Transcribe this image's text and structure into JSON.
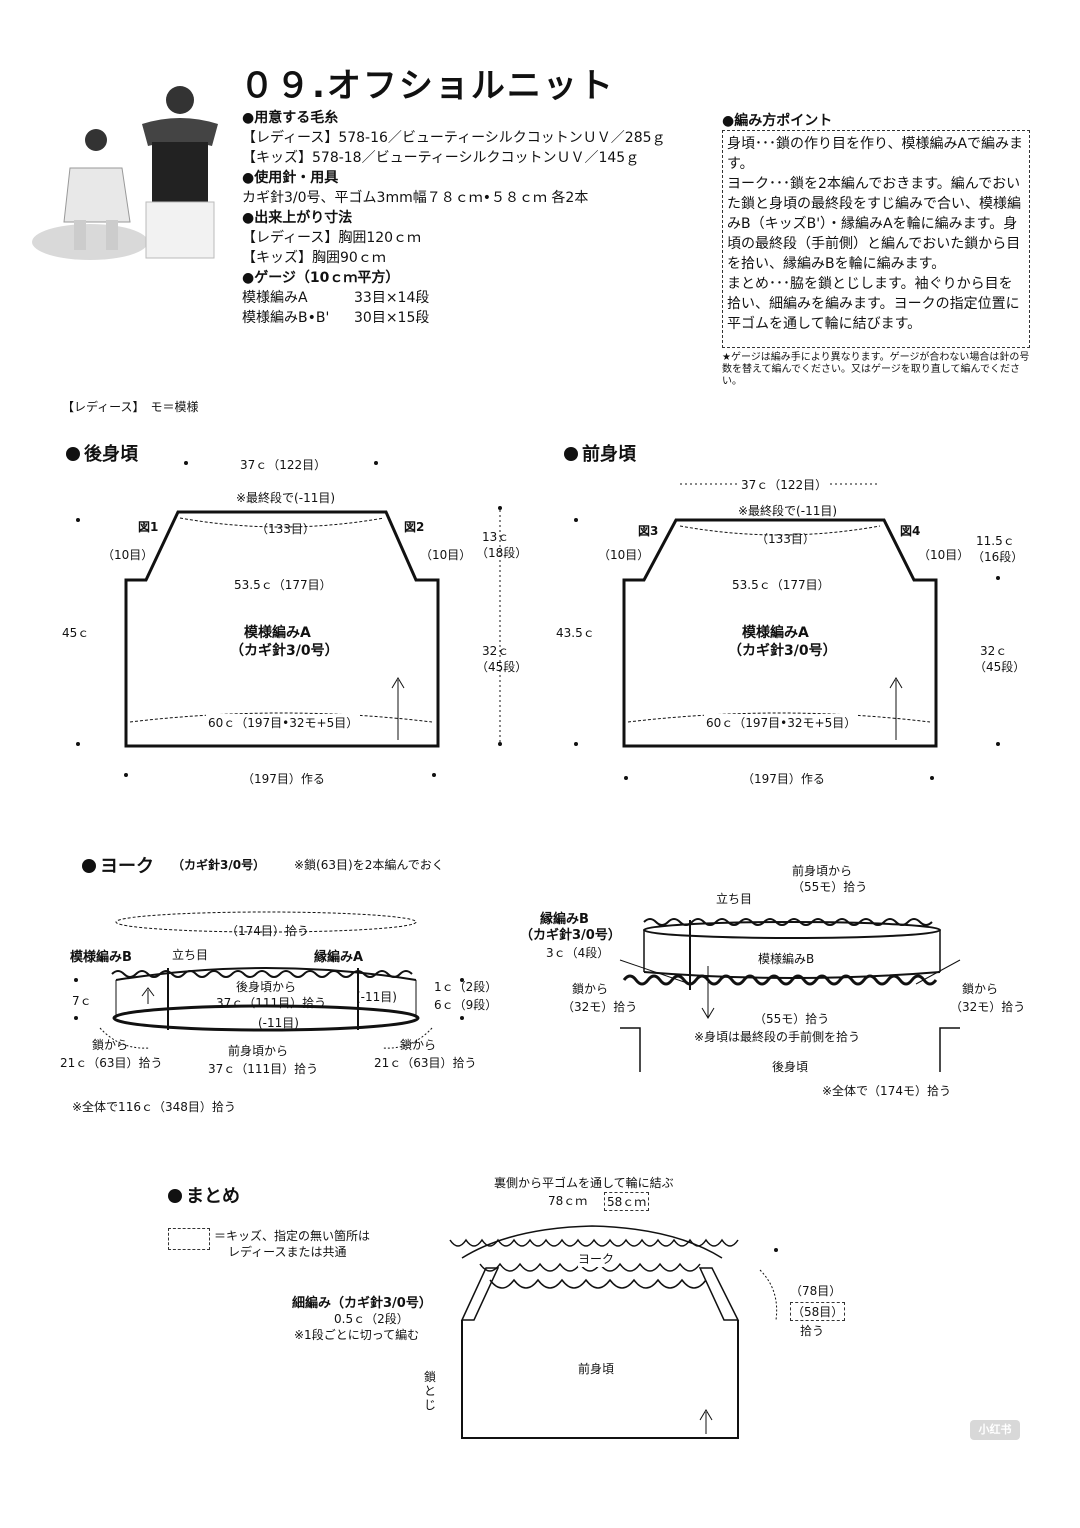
{
  "title": "０９.オフショルニット",
  "spec": {
    "yarn_h": "●用意する毛糸",
    "yarn_l": "【レディース】578-16／ビューティーシルクコットンＵＶ／285ｇ",
    "yarn_k": "【キッズ】578-18／ビューティーシルクコットンＵＶ／145ｇ",
    "needle_h": "●使用針・用具",
    "needle": "カギ針3/0号、平ゴム3mm幅７８ｃｍ•５８ｃｍ 各2本",
    "size_h": "●出来上がり寸法",
    "size_l": "【レディース】胸囲120ｃｍ",
    "size_k": "【キッズ】胸囲90ｃｍ",
    "gauge_h": "●ゲージ（10ｃｍ平方）",
    "gauge_a_name": "模様編みA",
    "gauge_a_val": "33目×14段",
    "gauge_b_name": "模様編みB•B'",
    "gauge_b_val": "30目×15段"
  },
  "points": {
    "heading": "●編み方ポイント",
    "p1": "身頃･･･鎖の作り目を作り、模様編みAで編みます。",
    "p2": "ヨーク･･･鎖を2本編んでおきます。編んでおいた鎖と身頃の最終段をすじ編みで合い、模様編みB（キッズB'）・縁編みAを輪に編みます。身頃の最終段（手前側）と編んでおいた鎖から目を拾い、縁編みBを輪に編みます。",
    "p3": "まとめ･･･脇を鎖とじします。袖ぐりから目を拾い、細編みを編みます。ヨークの指定位置に平ゴムを通して輪に結びます。",
    "note": "★ゲージは編み手により異なります。ゲージが合わない場合は針の号数を替えて編んでください。又はゲージを取り直して編んでください。"
  },
  "ladies_label": "【レディース】　モ＝模様",
  "back": {
    "heading": "後身頃",
    "top_w": "37ｃ（122目）",
    "dec_note": "※最終段で(-11目)",
    "top_st": "（133目）",
    "fig_l": "図1",
    "fig_r": "図2",
    "side_l": "（10目）",
    "side_r": "（10目）",
    "mid_w": "53.5ｃ（177目）",
    "height": "45ｃ",
    "armhole_h": "13ｃ",
    "armhole_rows": "（18段）",
    "body_h": "32ｃ",
    "body_rows": "（45段）",
    "pattern": "模様編みA",
    "hook": "（カギ針3/0号）",
    "bottom_w": "60ｃ（197目•32モ+5目）",
    "cast_on": "（197目）作る"
  },
  "front": {
    "heading": "前身頃",
    "top_w": "37ｃ（122目）",
    "dec_note": "※最終段で(-11目)",
    "top_st": "（133目）",
    "fig_l": "図3",
    "fig_r": "図4",
    "side_l": "（10目）",
    "side_r": "（10目）",
    "mid_w": "53.5ｃ（177目）",
    "height": "43.5ｃ",
    "armhole_h": "11.5ｃ",
    "armhole_rows": "（16段）",
    "body_h": "32ｃ",
    "body_rows": "（45段）",
    "pattern": "模様編みA",
    "hook": "（カギ針3/0号）",
    "bottom_w": "60ｃ（197目•32モ+5目）",
    "cast_on": "（197目）作る"
  },
  "yoke": {
    "heading": "ヨーク",
    "hook": "（カギ針3/0号）",
    "note": "※鎖(63目)を2本編んでおく",
    "circ": "（174目）拾う",
    "pat_b": "模様編みB",
    "start": "立ち目",
    "edge_a": "縁編みA",
    "h7": "7ｃ",
    "r1": "1ｃ（2段）",
    "r6": "6ｃ（9段）",
    "back_from": "後身頃から",
    "back_pick": "37ｃ（111目）拾う",
    "dec1": "(-11目)",
    "dec2": "(-11目)",
    "chain_l": "鎖から",
    "chain_l2": "21ｃ（63目）拾う",
    "front_from": "前身頃から",
    "front_pick": "37ｃ（111目）拾う",
    "chain_r": "鎖から",
    "chain_r2": "21ｃ（63目）拾う",
    "total": "※全体で116ｃ（348目）拾う"
  },
  "yoke_detail": {
    "front_from": "前身頃から",
    "front_pick": "（55モ）拾う",
    "start": "立ち目",
    "edge_b": "縁編みB",
    "edge_b_hook": "（カギ針3/0号）",
    "edge_b_h": "3ｃ（4段）",
    "pat_b": "模様編みB",
    "chain_l": "鎖から",
    "chain_l2": "（32モ）拾う",
    "chain_r": "鎖から",
    "chain_r2": "（32モ）拾う",
    "mid_pick": "（55モ）拾う",
    "note": "※身頃は最終段の手前側を拾う",
    "back": "後身頃",
    "total": "※全体で（174モ）拾う"
  },
  "finish": {
    "heading": "まとめ",
    "legend": "＝キッズ、指定の無い箇所は",
    "legend2": "レディースまたは共通",
    "elastic": "裏側から平ゴムを通して輪に結ぶ",
    "elastic_l": "78ｃｍ",
    "elastic_k": "58ｃｍ",
    "yoke": "ヨーク",
    "sc": "細編み（カギ針3/0号）",
    "sc_h": "0.5ｃ（2段）",
    "sc_note": "※1段ごとに切って編む",
    "front": "前身頃",
    "seam": "鎖とじ",
    "pick_l": "（78目）",
    "pick_k": "（58目）",
    "pick": "拾う"
  },
  "watermark": "小红书"
}
